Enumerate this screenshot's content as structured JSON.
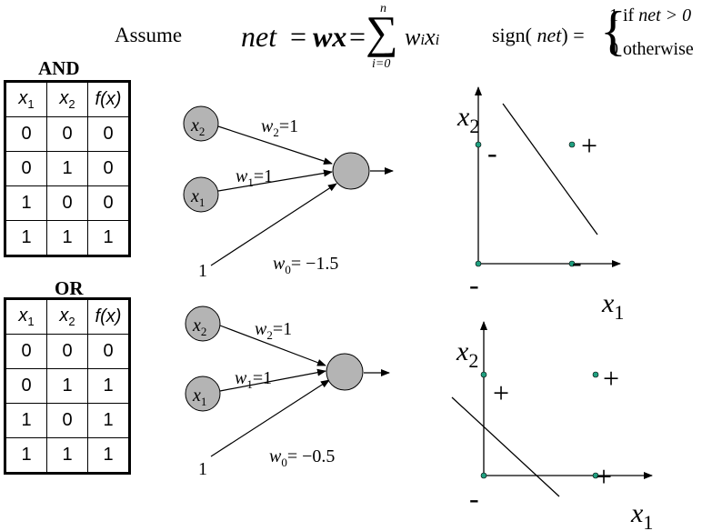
{
  "header": {
    "assume": "Assume",
    "net_lhs": "net",
    "net_eq1": "=",
    "net_wx": "wx",
    "net_eq2": "=",
    "sum_top": "n",
    "sum_bottom": "i=0",
    "sum_term_w": "w",
    "sum_term_i1": "i",
    "sum_term_x": "x",
    "sum_term_i2": "i",
    "sign_label": "sign(",
    "sign_net": "net",
    "sign_close": ") =",
    "case1_num": "1 if",
    "case1_cond": "net > 0",
    "case2": "0 otherwise"
  },
  "and_section": {
    "title": "AND",
    "columns": [
      "x1",
      "x2",
      "f(x)"
    ],
    "rows": [
      [
        "0",
        "0",
        "0"
      ],
      [
        "0",
        "1",
        "0"
      ],
      [
        "1",
        "0",
        "0"
      ],
      [
        "1",
        "1",
        "1"
      ]
    ],
    "perceptron": {
      "input_x2": "x2",
      "input_x1": "x1",
      "bias_input": "1",
      "w2_label": "w2=1",
      "w1_label": "w1=1",
      "w0_label": "w0= −1.5"
    },
    "plot": {
      "x_axis_label": "x1",
      "y_axis_label": "x2",
      "points": [
        {
          "x": 0,
          "y": 1,
          "label": "-"
        },
        {
          "x": 1,
          "y": 1,
          "label": "+"
        },
        {
          "x": 0,
          "y": 0,
          "label": "-"
        },
        {
          "x": 1,
          "y": 0,
          "label": "-"
        }
      ]
    }
  },
  "or_section": {
    "title": "OR",
    "columns": [
      "x1",
      "x2",
      "f(x)"
    ],
    "rows": [
      [
        "0",
        "0",
        "0"
      ],
      [
        "0",
        "1",
        "1"
      ],
      [
        "1",
        "0",
        "1"
      ],
      [
        "1",
        "1",
        "1"
      ]
    ],
    "perceptron": {
      "input_x2": "x2",
      "input_x1": "x1",
      "bias_input": "1",
      "w2_label": "w2=1",
      "w1_label": "w1=1",
      "w0_label": "w0= −0.5"
    },
    "plot": {
      "x_axis_label": "x1",
      "y_axis_label": "x2",
      "points": [
        {
          "x": 0,
          "y": 1,
          "label": "+"
        },
        {
          "x": 1,
          "y": 1,
          "label": "+"
        },
        {
          "x": 0,
          "y": 0,
          "label": "-"
        },
        {
          "x": 1,
          "y": 0,
          "label": "+"
        }
      ]
    }
  },
  "colors": {
    "node_fill": "#b4b4b4",
    "point_fill": "#20a080"
  }
}
